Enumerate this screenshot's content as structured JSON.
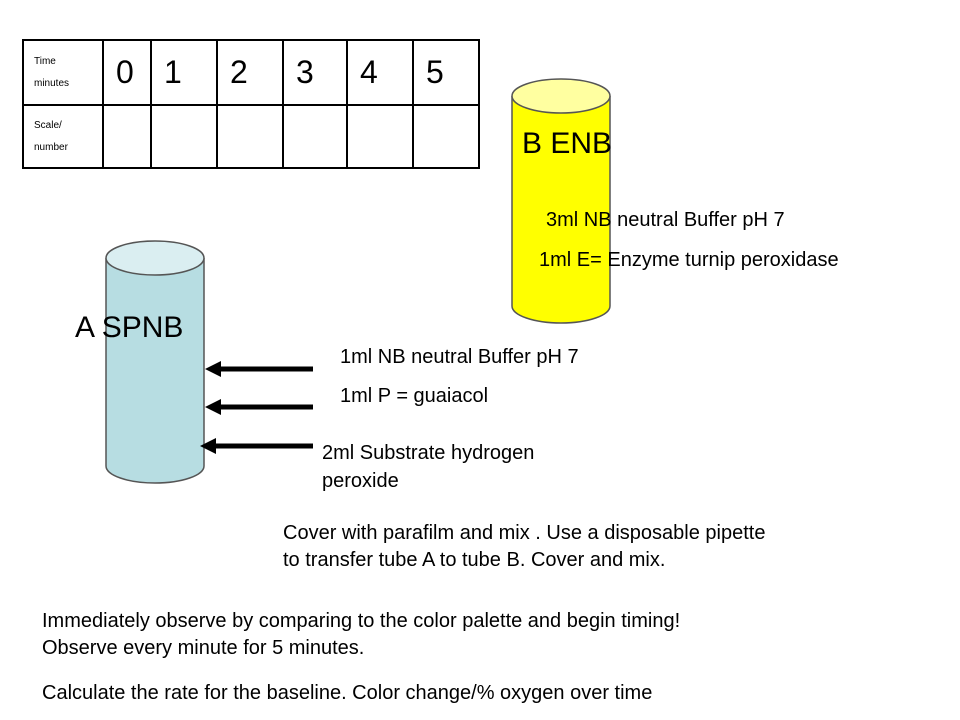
{
  "table": {
    "row_labels": {
      "time": [
        "Time",
        "minutes"
      ],
      "scale": [
        "Scale/",
        "number"
      ]
    },
    "time_values": [
      "0",
      "1",
      "2",
      "3",
      "4",
      "5"
    ],
    "scale_values": [
      "",
      "",
      "",
      "",
      "",
      ""
    ]
  },
  "tube_b": {
    "label": "B ENB",
    "fill_color": "#ffff00",
    "contents": [
      "3ml NB  neutral Buffer pH 7",
      "1ml E= Enzyme turnip peroxidase"
    ]
  },
  "tube_a": {
    "label": "A SPNB",
    "fill_color": "#b7dde2",
    "additions": [
      "1ml NB  neutral Buffer pH 7",
      "1ml P = guaiacol",
      "2ml Substrate  hydrogen",
      "peroxide"
    ]
  },
  "instructions": {
    "mix": [
      "Cover with parafilm and mix . Use a disposable pipette",
      "to transfer tube A to tube B. Cover and mix."
    ],
    "observe": [
      "Immediately observe by comparing to the color palette and begin timing!",
      "Observe every minute for 5 minutes."
    ],
    "calculate": "Calculate the rate for the baseline. Color change/% oxygen over time"
  }
}
